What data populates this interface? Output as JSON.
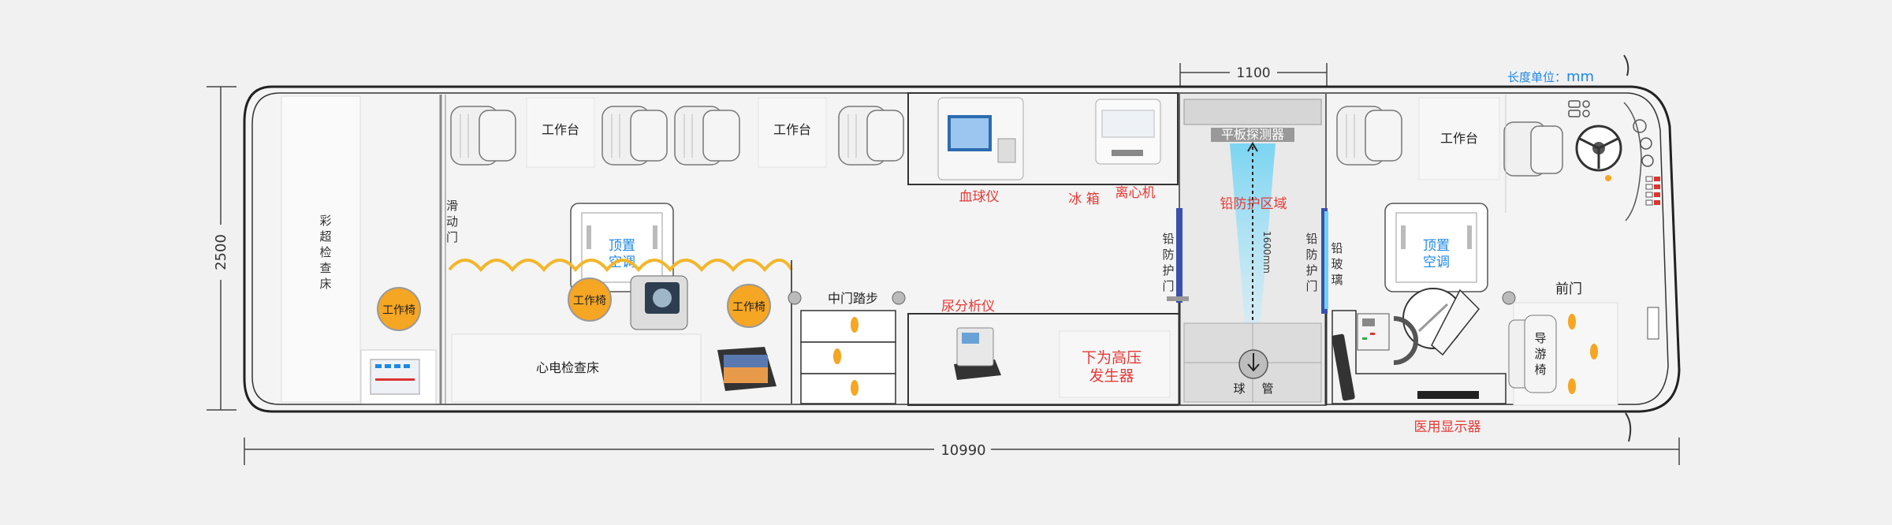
{
  "dimensions": {
    "width": "10990",
    "height": "2500",
    "window": "1100",
    "beam": "1600mm"
  },
  "units": {
    "label": "长度单位：",
    "value": "mm"
  },
  "labels": {
    "ultrasound_bed": [
      "彩",
      "超",
      "检",
      "查",
      "床"
    ],
    "sliding_door": [
      "滑",
      "动",
      "门"
    ],
    "workbench": "工作台",
    "work_chair": "工作椅",
    "ac": [
      "顶置",
      "空调"
    ],
    "ecg_bed": "心电检查床",
    "mid_step": "中门踏步",
    "blood_analyzer": "血球仪",
    "fridge": "冰  箱",
    "centrifuge": "离心机",
    "urine_analyzer": "尿分析仪",
    "hv_generator": [
      "下为高压",
      "发生器"
    ],
    "flat_detector": "平板探测器",
    "lead_zone": "铅防护区域",
    "lead_door": [
      "铅",
      "防",
      "护",
      "门"
    ],
    "lead_glass": [
      "铅",
      "玻",
      "璃"
    ],
    "tube": [
      "球",
      "管"
    ],
    "front_door": "前门",
    "guide_chair": [
      "导",
      "游",
      "椅"
    ],
    "medical_display": "医用显示器"
  },
  "colors": {
    "red": "#e53935",
    "blue": "#1e88e5",
    "orange": "#f5a623",
    "dark": "#333333"
  }
}
